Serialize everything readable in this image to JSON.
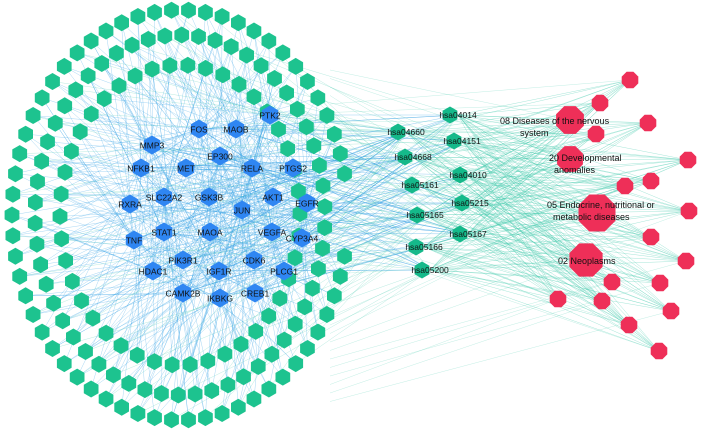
{
  "colors": {
    "compound": "#1dc38f",
    "target": "#2f86f2",
    "pathway": "#15b98a",
    "disease": "#ee2f58",
    "edge_target": "#3ea6e6",
    "edge_pathway": "#39c7a8",
    "label": "#111111"
  },
  "network": {
    "targets": [
      "FOS",
      "MAOB",
      "PTK2",
      "MMP3",
      "EP300",
      "MET",
      "RELA",
      "PTGS2",
      "NFKB1",
      "SLC22A2",
      "GSK3B",
      "AKT1",
      "EGFR",
      "RXRA",
      "JUN",
      "STAT1",
      "MAOA",
      "VEGFA",
      "CYP3A4",
      "TNF",
      "PIK3R1",
      "CDK6",
      "HDAC1",
      "IGF1R",
      "PLCG1",
      "CAMK2B",
      "IKBKG",
      "CREB1"
    ],
    "pathways": [
      "hsa04014",
      "hsa04660",
      "hsa04151",
      "hsa04668",
      "hsa04010",
      "hsa05161",
      "hsa05215",
      "hsa05165",
      "hsa05167",
      "hsa05166",
      "hsa05200"
    ],
    "diseases": [
      "08 Diseases of the nervous system",
      "20 Developmental anomalies",
      "05 Endocrine, nutritional or metabolic diseases",
      "02 Neoplasms"
    ]
  }
}
